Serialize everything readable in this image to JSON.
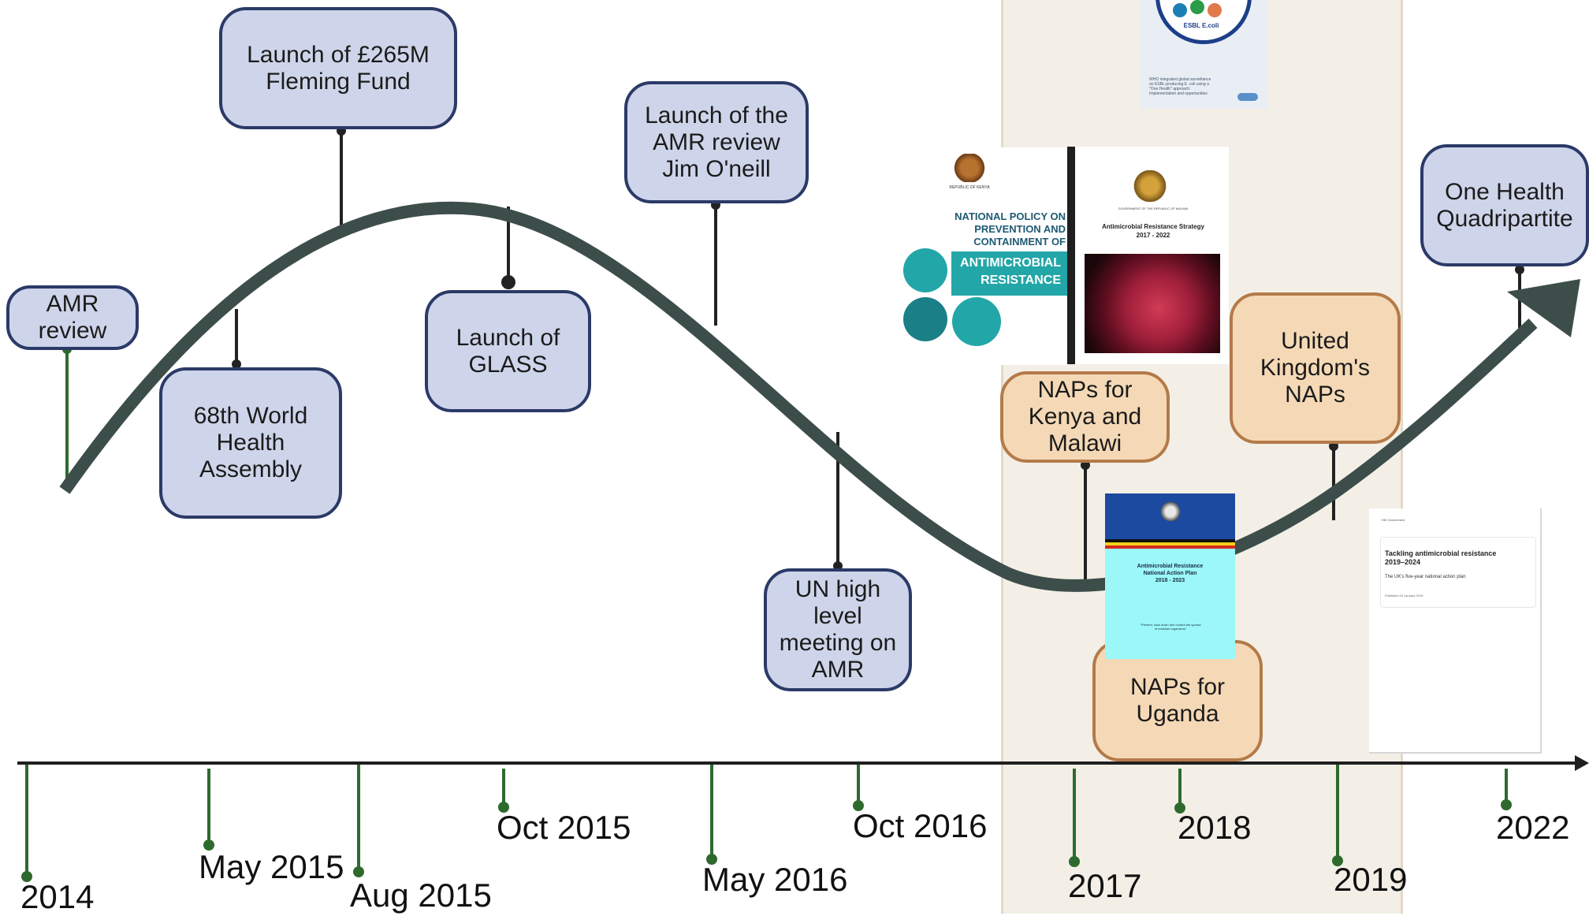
{
  "colors": {
    "curve": "#3d4e4a",
    "blue_fill": "#ced5ea",
    "blue_border": "#2b3a67",
    "tan_fill": "#f5d9b6",
    "tan_border": "#b47a48",
    "highlight_band": "#f3efe7",
    "timeline_axis": "#1f1f1f",
    "tick": "#2e6a2e"
  },
  "events": [
    {
      "id": "amr-review",
      "label": "AMR\nreview"
    },
    {
      "id": "world-health-assembly",
      "label": "68th World\nHealth\nAssembly"
    },
    {
      "id": "fleming-fund",
      "label": "Launch of £265M\nFleming Fund"
    },
    {
      "id": "glass",
      "label": "Launch of\nGLASS"
    },
    {
      "id": "oneill-review",
      "label": "Launch of the\nAMR review\nJim O'neill"
    },
    {
      "id": "un-meeting",
      "label": "UN high\nlevel\nmeeting on\nAMR"
    },
    {
      "id": "naps-kenya-malawi",
      "label": "NAPs for\nKenya and\nMalawi"
    },
    {
      "id": "naps-uganda",
      "label": "NAPs for\nUganda"
    },
    {
      "id": "uk-naps",
      "label": "United\nKingdom's\nNAPs"
    },
    {
      "id": "quadripartite",
      "label": "One Health\nQuadripartite"
    }
  ],
  "timeline": {
    "dates": [
      "2014",
      "May 2015",
      "Aug 2015",
      "Oct 2015",
      "May 2016",
      "Oct 2016",
      "2017",
      "2018",
      "2019",
      "2022"
    ]
  },
  "documents": {
    "who_report": {
      "badge": "ESBL E.coli",
      "caption": "WHO integrated global surveillance\non ESBL-producing E. coli using a\n\"One Health\" approach:\nImplementation and opportunities"
    },
    "kenya_policy": {
      "header": "REPUBLIC OF KENYA",
      "title": "NATIONAL POLICY ON\nPREVENTION AND\nCONTAINMENT OF",
      "banner": "ANTIMICROBIAL\nRESISTANCE"
    },
    "malawi_strategy": {
      "header": "GOVERNMENT OF THE REPUBLIC OF MALAWI",
      "title": "Antimicrobial Resistance Strategy\n2017 - 2022"
    },
    "uganda_plan": {
      "title": "Antimicrobial Resistance\nNational Action Plan\n2018 - 2023",
      "quote": "\"Prevent, slow down and control the spread\nof resistant organisms\""
    },
    "uk_plan": {
      "header": "HM Government",
      "title": "Tackling antimicrobial resistance\n2019–2024",
      "subtitle": "The UK's five-year national action plan",
      "published": "Published 24 January 2019"
    }
  }
}
